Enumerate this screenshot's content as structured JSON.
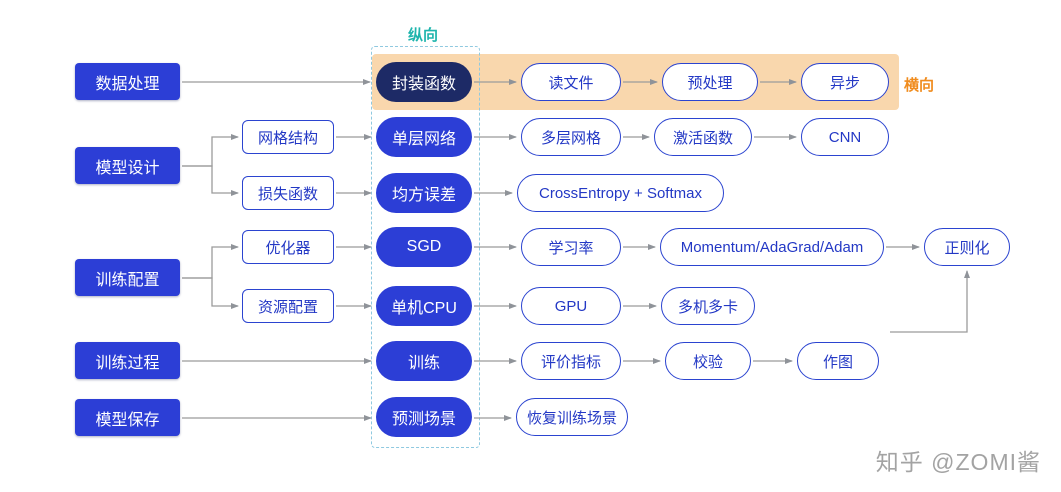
{
  "diagram": {
    "axis_labels": {
      "vertical": "纵向",
      "horizontal": "横向"
    },
    "stages": [
      "数据处理",
      "模型设计",
      "训练配置",
      "训练过程",
      "模型保存"
    ],
    "components": [
      "网格结构",
      "损失函数",
      "优化器",
      "资源配置"
    ],
    "baseline": [
      "封装函数",
      "单层网络",
      "均方误差",
      "SGD",
      "单机CPU",
      "训练",
      "预测场景"
    ],
    "extensions": {
      "data_row": [
        "读文件",
        "预处理",
        "异步"
      ],
      "network_row": [
        "多层网格",
        "激活函数",
        "CNN"
      ],
      "loss_row": [
        "CrossEntropy + Softmax"
      ],
      "optimizer_row": [
        "学习率",
        "Momentum/AdaGrad/Adam",
        "正则化"
      ],
      "resource_row": [
        "GPU",
        "多机多卡"
      ],
      "train_row": [
        "评价指标",
        "校验",
        "作图"
      ],
      "predict_row": [
        "恢复训练场景"
      ]
    }
  },
  "watermark": "知乎 @ZOMI酱",
  "colors": {
    "primary_blue": "#2c3ed6",
    "dark_navy": "#1d2a66",
    "outline_blue": "#2b44d0",
    "band_orange": "#f9d7ad",
    "dashed_outline": "#8fc9e0",
    "vertical_label_teal": "#1fb5ad",
    "horizontal_label_orange": "#f08c1e",
    "arrow_gray": "#9b9b9b"
  }
}
